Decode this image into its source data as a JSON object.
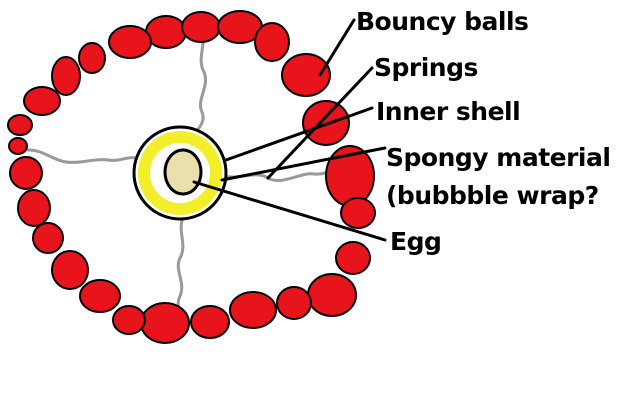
{
  "labels": {
    "bouncy_balls": "Bouncy balls",
    "springs": "Springs",
    "inner_shell": "Inner shell",
    "spongy_material": "Spongy material",
    "bubble_wrap": "(bubbble wrap?",
    "egg": "Egg"
  },
  "colors": {
    "ball_fill": "#e8141c",
    "outline": "#000000",
    "spring": "#9a9a9a",
    "sponge": "#f2ee2a",
    "egg": "#ebdfae"
  }
}
